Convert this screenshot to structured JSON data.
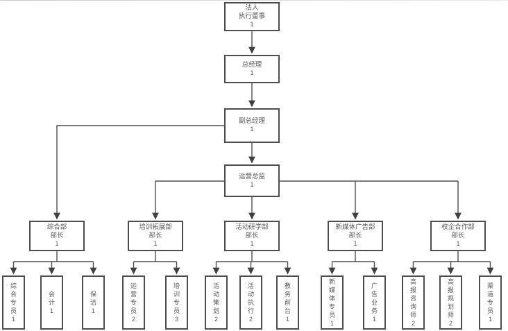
{
  "org": {
    "nodes": {
      "legal": {
        "label": "法人\n执行董事",
        "count": "1"
      },
      "gm": {
        "label": "总经理",
        "count": "1"
      },
      "dgm": {
        "label": "副总经理",
        "count": "1"
      },
      "ops": {
        "label": "运营总监",
        "count": "1"
      },
      "dept_general": {
        "label": "综合部\n部长",
        "count": "1"
      },
      "dept_training": {
        "label": "培训拓展部\n部长",
        "count": "1"
      },
      "dept_activity": {
        "label": "活动研学部\n部长",
        "count": "1"
      },
      "dept_newmedia": {
        "label": "新媒体广告部\n部长",
        "count": "1"
      },
      "dept_coop": {
        "label": "校企合作部\n部长",
        "count": "1"
      },
      "leaf_zonghe": {
        "label": "综\n合\n专\n员",
        "count": "1"
      },
      "leaf_kuaiji": {
        "label": "会\n计",
        "count": "1"
      },
      "leaf_baojie": {
        "label": "保\n洁",
        "count": "1"
      },
      "leaf_yunying": {
        "label": "运\n营\n专\n员",
        "count": "2"
      },
      "leaf_peixun": {
        "label": "培\n训\n专\n员",
        "count": "3"
      },
      "leaf_cehua": {
        "label": "活\n动\n策\n划",
        "count": "2"
      },
      "leaf_zhixing": {
        "label": "活\n动\n执\n行",
        "count": "2"
      },
      "leaf_jiaowu": {
        "label": "教\n务\n前\n台",
        "count": "1"
      },
      "leaf_xinmeiti": {
        "label": "新\n媒\n体\n专\n员",
        "count": "1"
      },
      "leaf_guanggao": {
        "label": "广\n告\n业\n务",
        "count": "1"
      },
      "leaf_zixunshi": {
        "label": "高\n报\n咨\n询\n师",
        "count": "2"
      },
      "leaf_guihuashi": {
        "label": "高\n报\n规\n划\n师",
        "count": "2"
      },
      "leaf_qudao": {
        "label": "渠\n道\n专\n员",
        "count": "1"
      }
    },
    "line_color": "#4d4d4d",
    "text_color": "#595959",
    "box_fill": "#ffffff"
  }
}
